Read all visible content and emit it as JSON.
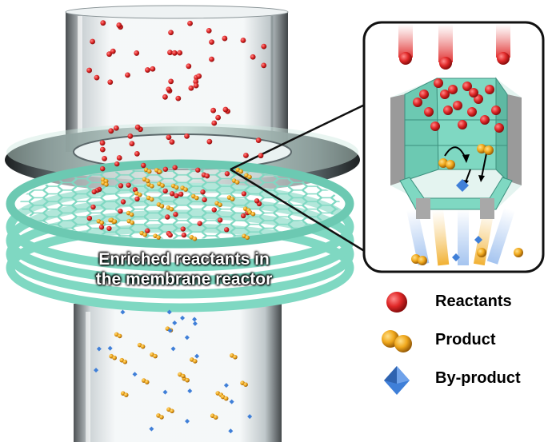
{
  "diagram": {
    "overlay_label_line1": "Enriched reactants in",
    "overlay_label_line2": "the membrane reactor"
  },
  "legend": {
    "items": [
      {
        "label": "Reactants",
        "icon": "red-sphere-icon",
        "color": "#e02828"
      },
      {
        "label": "Product",
        "icon": "double-orange-sphere-icon",
        "color": "#f0a81c"
      },
      {
        "label": "By-product",
        "icon": "blue-octahedron-icon",
        "color": "#3f7fd8"
      }
    ]
  },
  "colors": {
    "membrane": "#7fd8c2",
    "membrane_dark": "#3c8f7d",
    "tube_glass": "#dfe6e8",
    "frame_gray": "#9a9a9a",
    "reactant": "#e02828",
    "product": "#f0a81c",
    "byproduct": "#3f7fd8"
  }
}
